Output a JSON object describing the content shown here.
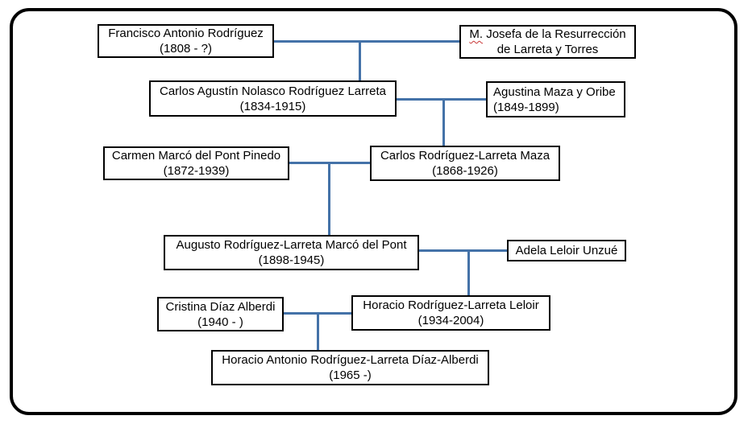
{
  "diagram_type": "family-tree",
  "colors": {
    "connector_blue": "#4472A8",
    "box_border": "#000000",
    "box_background": "#FFFFFF",
    "frame_border": "#000000",
    "text": "#000000",
    "spellcheck_red": "#C83737",
    "page_background": "#FFFFFF"
  },
  "persons": [
    {
      "name": "Francisco Antonio Rodríguez",
      "dates": "(1808 - ?)"
    },
    {
      "name_prefix": "M.",
      "name_line1": "Josefa de la Resurrección",
      "name_line2": "de Larreta y Torres"
    },
    {
      "name": "Carlos Agustín Nolasco Rodríguez Larreta",
      "dates": "(1834-1915)"
    },
    {
      "name": "Agustina Maza y Oribe",
      "dates": "(1849-1899)"
    },
    {
      "name": "Carmen Marcó del Pont Pinedo",
      "dates": "(1872-1939)"
    },
    {
      "name": "Carlos Rodríguez-Larreta Maza",
      "dates": "(1868-1926)"
    },
    {
      "name": "Augusto Rodríguez-Larreta Marcó del Pont",
      "dates": "(1898-1945)"
    },
    {
      "name": "Adela Leloir Unzué"
    },
    {
      "name": "Cristina Díaz Alberdi",
      "dates": "(1940 - )"
    },
    {
      "name": "Horacio Rodríguez-Larreta Leloir",
      "dates": "(1934-2004)"
    },
    {
      "name": "Horacio Antonio Rodríguez-Larreta Díaz-Alberdi",
      "dates": "(1965 -)"
    }
  ]
}
